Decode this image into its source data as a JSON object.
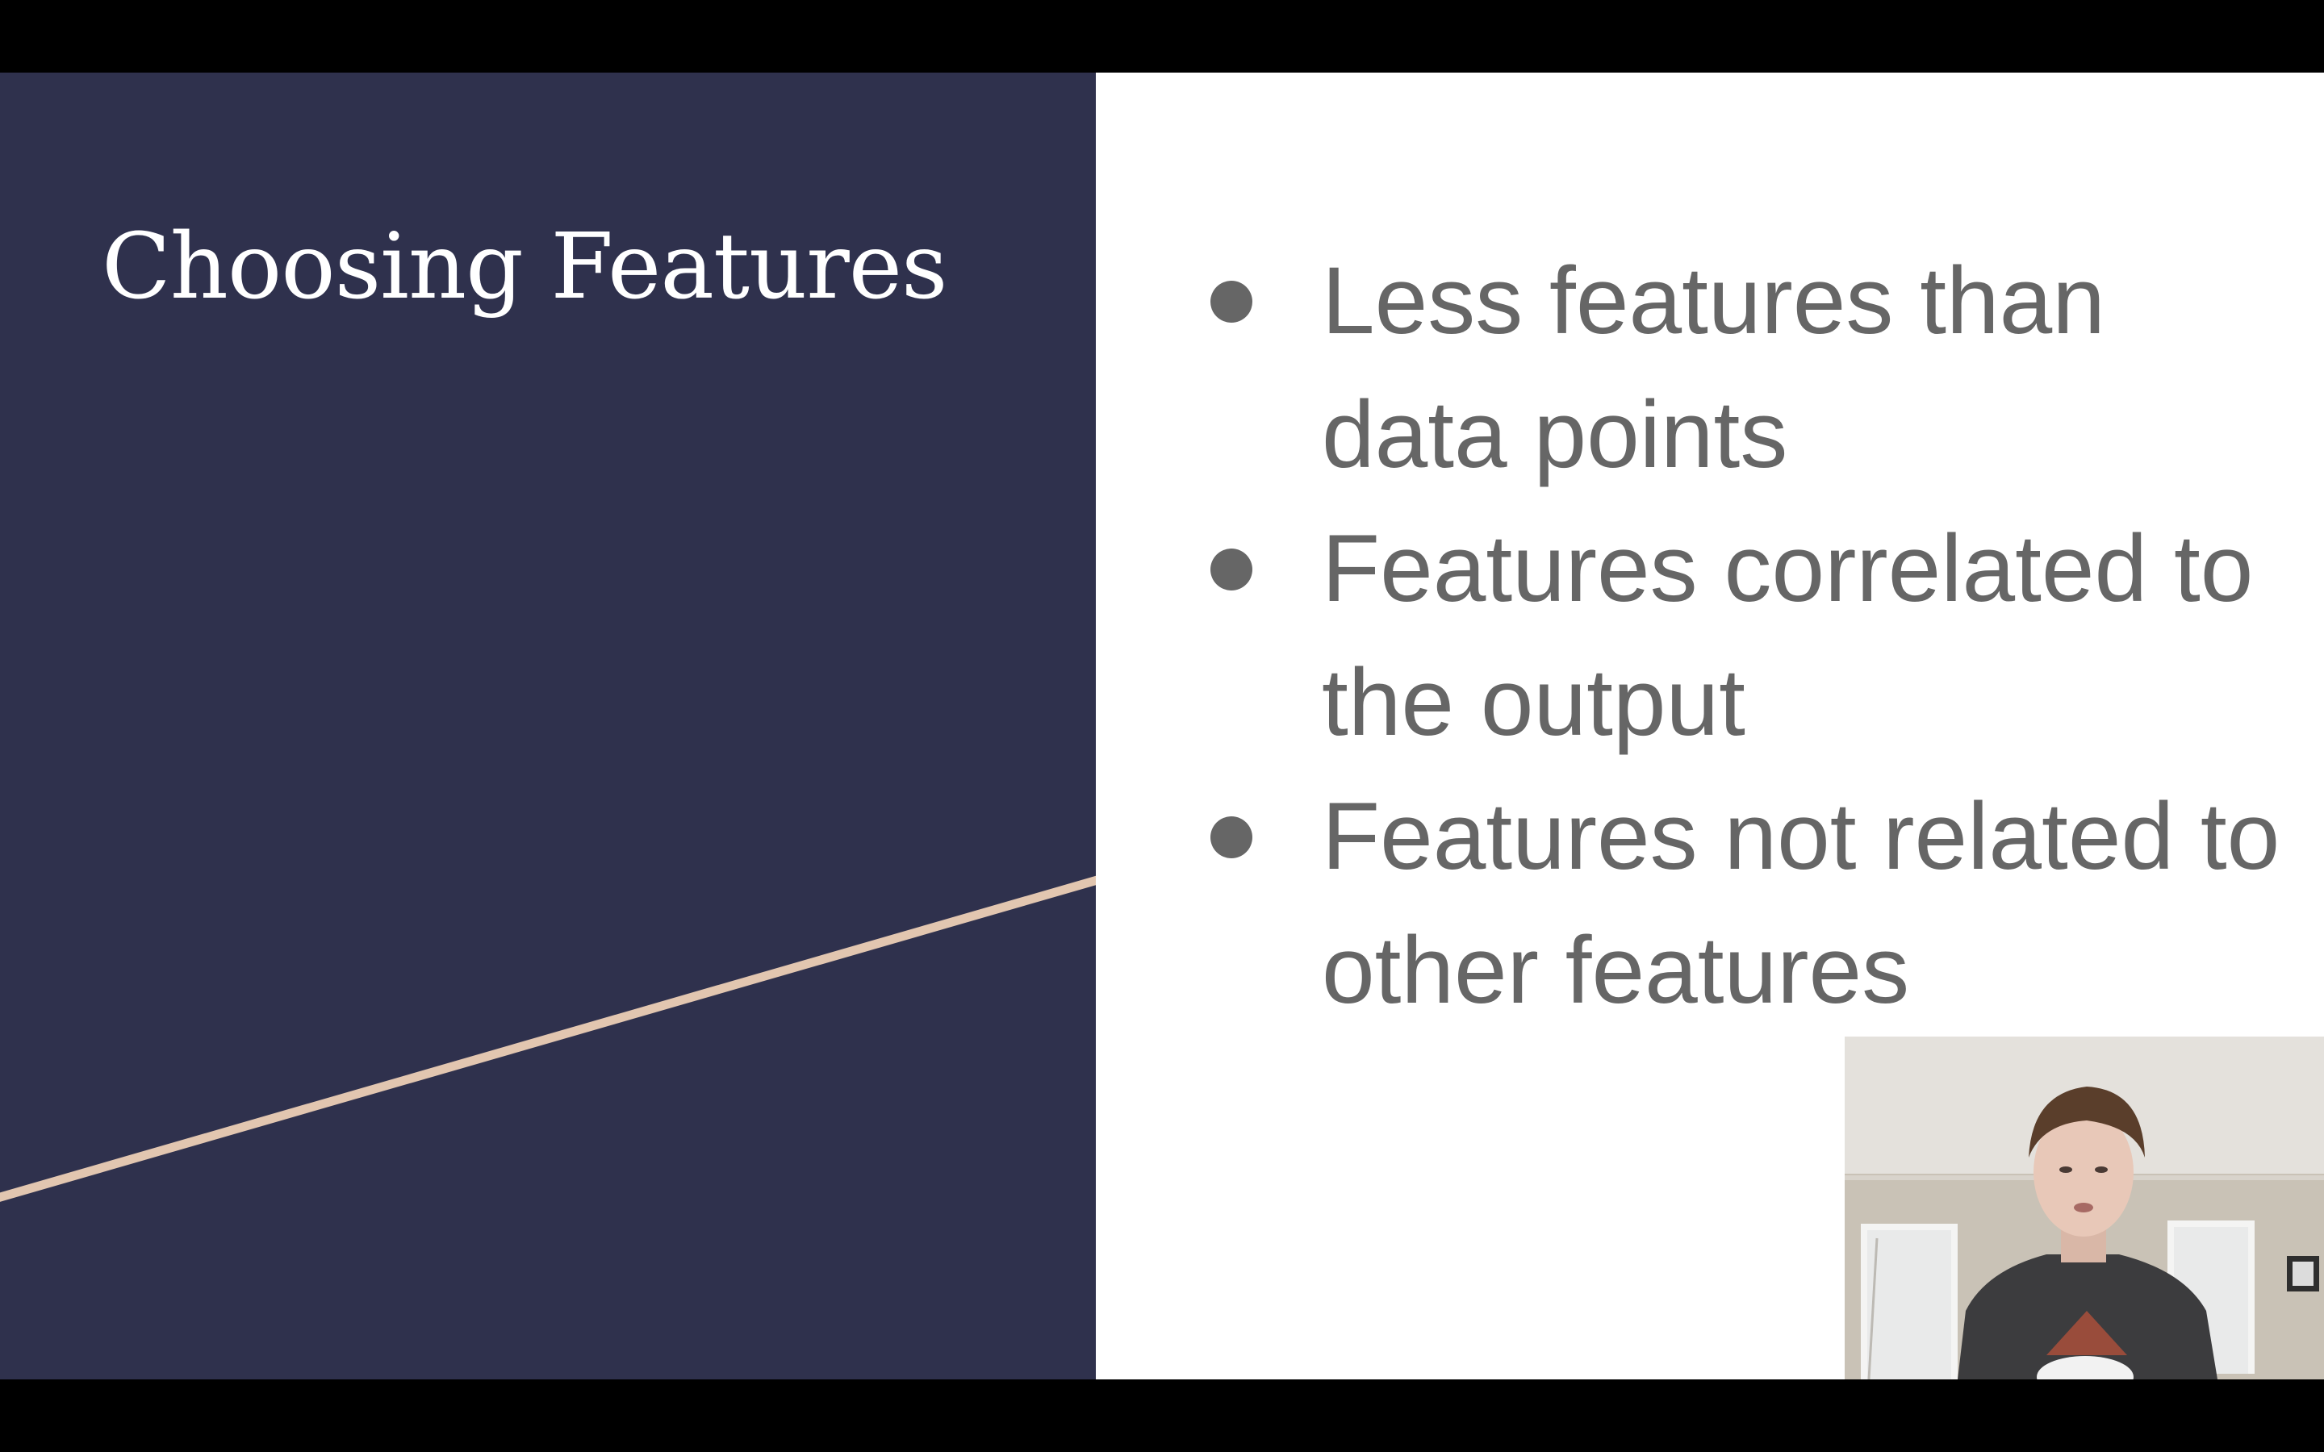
{
  "slide": {
    "title": "Choosing Features",
    "bullets": [
      "Less features than data points",
      "Features correlated to the output",
      "Features not related to other features"
    ]
  },
  "colors": {
    "left_panel_background": "#2f314d",
    "accent_line": "#e2c6b0",
    "title_text": "#ffffff",
    "bullet_text": "#666666",
    "right_panel_background": "#ffffff",
    "letterbox": "#000000"
  },
  "webcam": {
    "content": "presenter-video-feed"
  }
}
